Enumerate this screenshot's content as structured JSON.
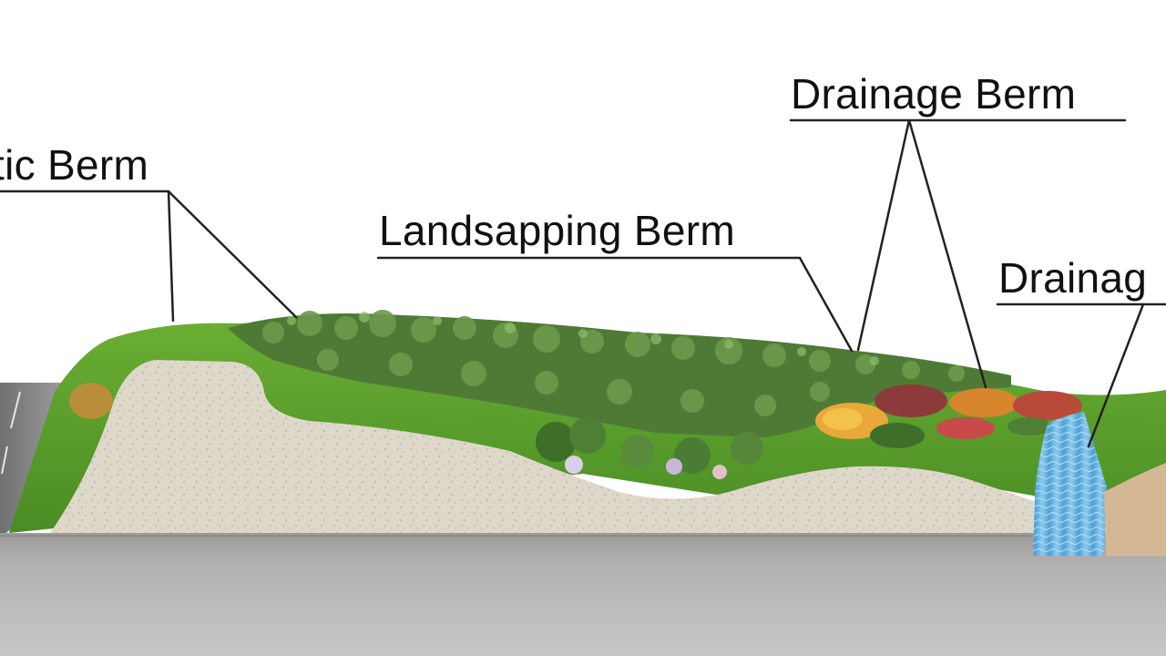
{
  "labels": {
    "aesthetic_berm": "tic Berm",
    "landscaping_berm": "Landsapping Berm",
    "drainage_berm": "Drainage Berm",
    "drainage_channel": "Drainag"
  },
  "colors": {
    "background": "#ffffff",
    "grass": "#5b9e2c",
    "grass_dark": "#3f7f22",
    "gravel": "#ddd6c8",
    "ground": "#a8a6a4",
    "water": "#6ab4e0",
    "soil": "#d4b896",
    "leader_line": "#222222"
  }
}
